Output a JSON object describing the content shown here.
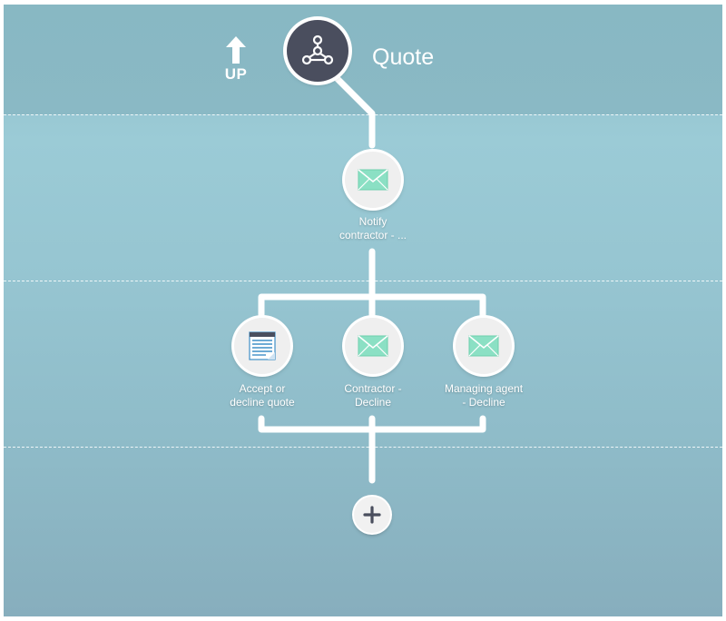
{
  "workflow": {
    "root_title": "Quote",
    "up_label": "UP"
  },
  "nodes": [
    {
      "id": "notify",
      "label": "Notify\ncontractor - ...",
      "icon": "email-icon"
    },
    {
      "id": "accept",
      "label": "Accept or\ndecline quote",
      "icon": "form-icon"
    },
    {
      "id": "contractor",
      "label": "Contractor -\nDecline",
      "icon": "email-icon"
    },
    {
      "id": "agent",
      "label": "Managing agent\n- Decline",
      "icon": "email-icon"
    }
  ],
  "add_button": {
    "icon": "plus-icon"
  },
  "colors": {
    "background": "#96c5d1",
    "root_node": "#4a4e5e",
    "node": "#efefef",
    "email_icon": "#8be0c4",
    "connector": "#ffffff"
  }
}
